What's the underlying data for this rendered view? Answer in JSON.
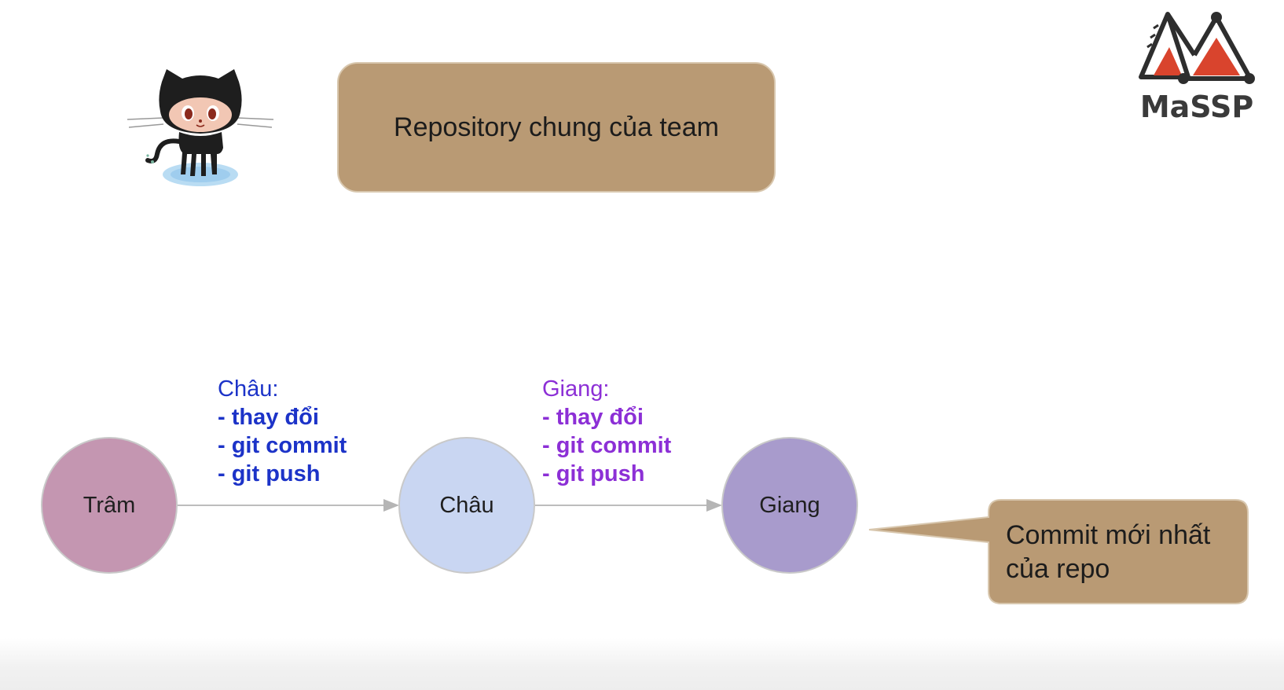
{
  "repo": {
    "label": "Repository chung của team"
  },
  "logo": {
    "name": "MaSSP"
  },
  "icons": {
    "octocat": "github-octocat-icon",
    "logo": "massp-logo-icon"
  },
  "colors": {
    "box_brown": "#b99a74",
    "node_tram": "#c496b1",
    "node_chau": "#c9d6f2",
    "node_giang": "#a89bcc",
    "text_blue": "#1c33c8",
    "text_purple": "#8c2fd6",
    "logo_red": "#d9442d"
  },
  "nodes": [
    {
      "label": "Trâm"
    },
    {
      "label": "Châu"
    },
    {
      "label": "Giang"
    }
  ],
  "transitions": [
    {
      "author": "Châu:",
      "steps": [
        "- thay đổi",
        "- git commit",
        "- git push"
      ]
    },
    {
      "author": "Giang:",
      "steps": [
        "- thay đổi",
        "- git commit",
        "- git push"
      ]
    }
  ],
  "callout": {
    "line1": "Commit mới nhất",
    "line2": "của repo"
  }
}
